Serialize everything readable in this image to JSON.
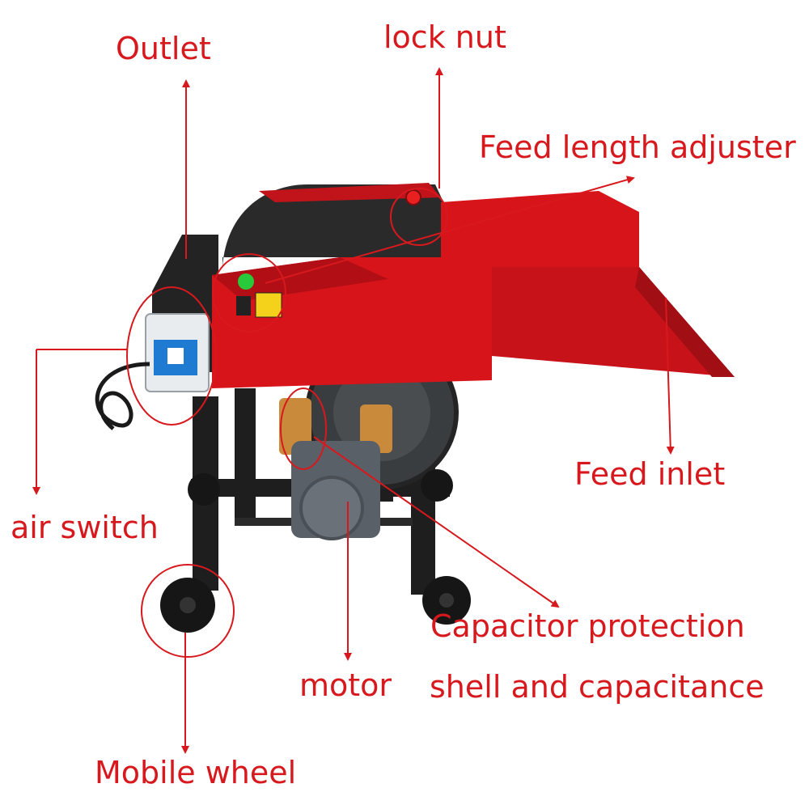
{
  "labels": {
    "outlet": "Outlet",
    "lock_nut": "lock nut",
    "feed_length_adjuster": "Feed length adjuster",
    "feed_inlet": "Feed inlet",
    "air_switch": "air switch",
    "capacitor_line1": "Capacitor protection",
    "capacitor_line2": "shell and capacitance",
    "motor": "motor",
    "mobile_wheel": "Mobile wheel"
  },
  "colors": {
    "annotation": "#d7191e",
    "machine_body": "#d8141b",
    "frame": "#1e1e1e",
    "motor_housing": "#5a6068"
  }
}
